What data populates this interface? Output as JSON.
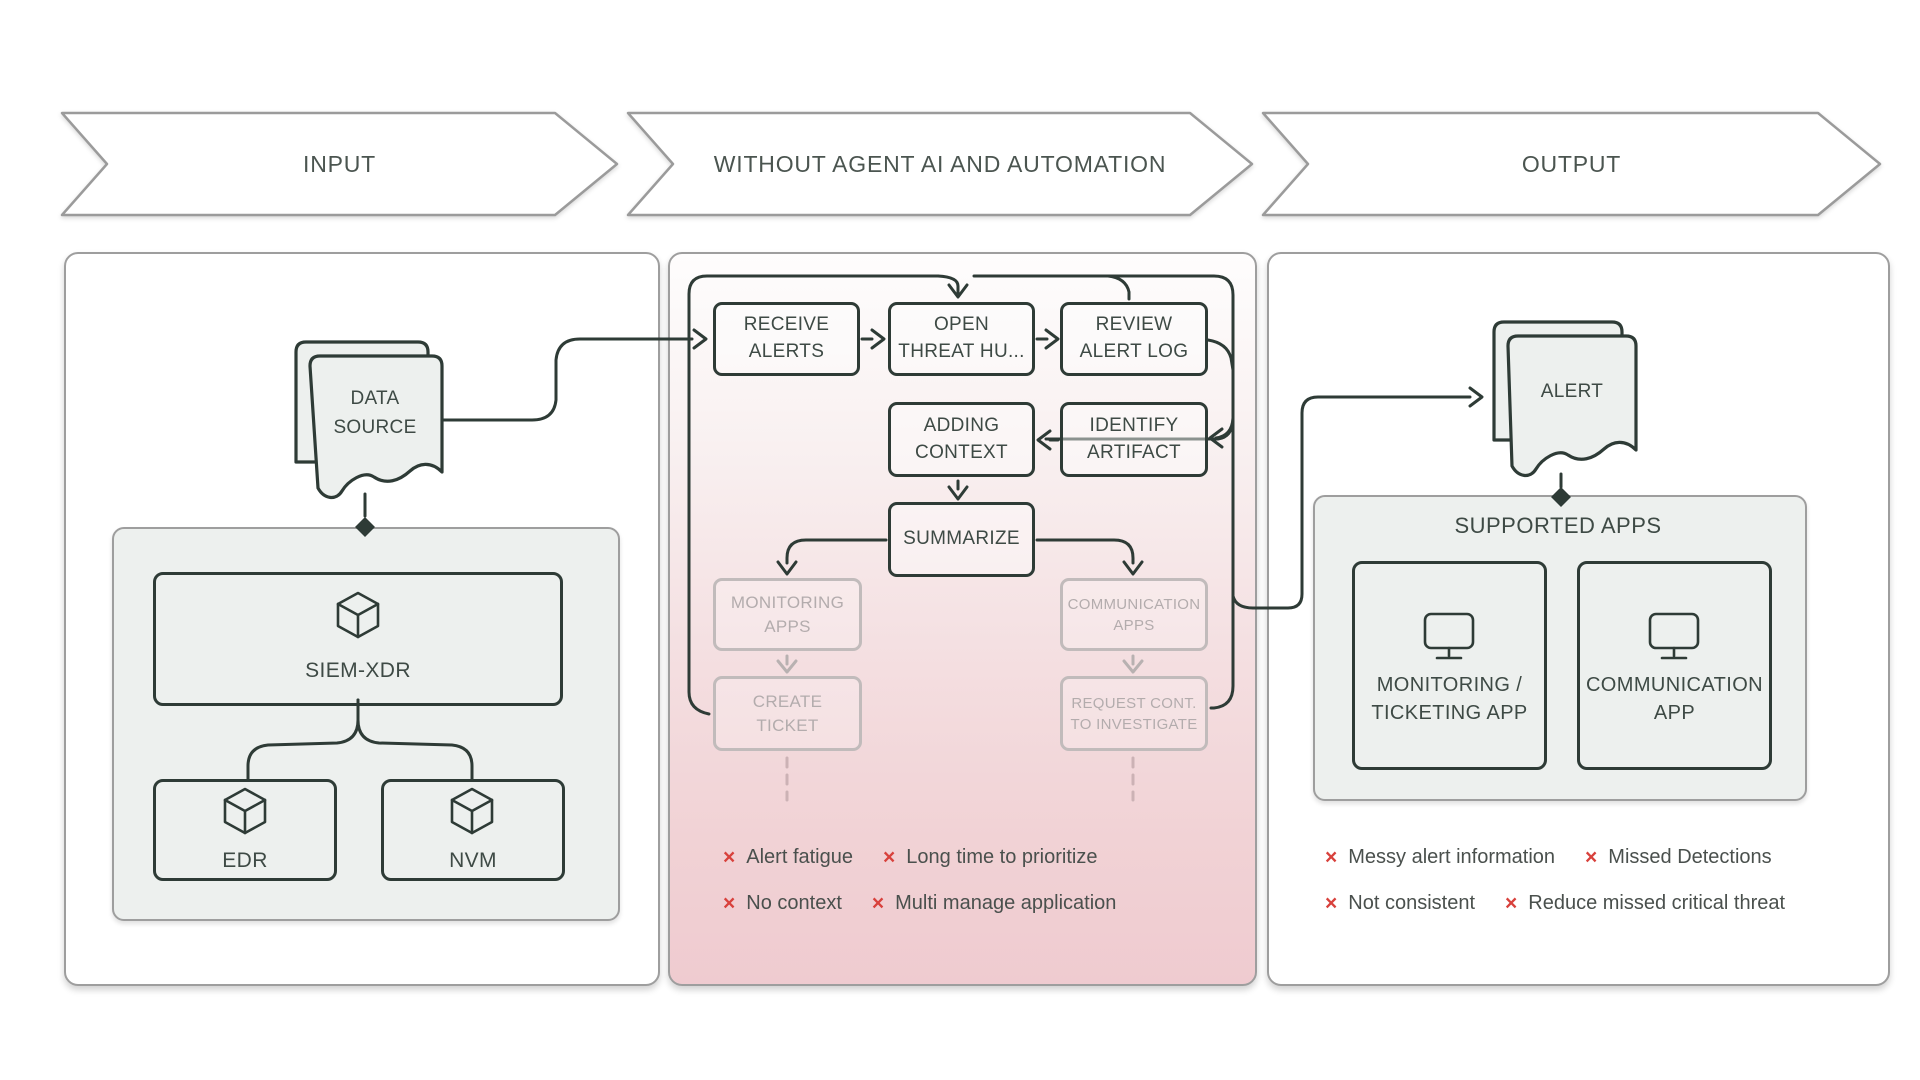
{
  "banners": {
    "input": "INPUT",
    "middle": "WITHOUT AGENT AI AND AUTOMATION",
    "output": "OUTPUT"
  },
  "input_panel": {
    "data_source_label": "DATA\nSOURCE",
    "siem_label": "SIEM-XDR",
    "edr_label": "EDR",
    "nvm_label": "NVM"
  },
  "middle_panel": {
    "nodes": {
      "receive_alerts": "RECEIVE\nALERTS",
      "open_threat_hunt": "OPEN\nTHREAT HU...",
      "review_alert_log": "REVIEW\nALERT LOG",
      "adding_context": "ADDING\nCONTEXT",
      "identify_artifact": "IDENTIFY\nARTIFACT",
      "summarize": "SUMMARIZE",
      "monitoring_apps": "MONITORING\nAPPS",
      "communication_apps": "COMMUNICATION\nAPPS",
      "create_ticket": "CREATE\nTICKET",
      "request_cont": "REQUEST CONT.\nTO INVESTIGATE"
    },
    "issues": [
      [
        "Alert fatigue",
        "Long time to prioritize"
      ],
      [
        "No context",
        "Multi manage application"
      ]
    ]
  },
  "output_panel": {
    "alert_label": "ALERT",
    "supported_apps_title": "SUPPORTED APPS",
    "monitoring_app_label": "MONITORING /\nTICKETING APP",
    "communication_app_label": "COMMUNICATION\nAPP",
    "issues": [
      [
        "Messy alert information",
        "Missed Detections"
      ],
      [
        "Not consistent",
        "Reduce missed critical threat"
      ]
    ]
  },
  "marks": {
    "x": "×"
  },
  "colors": {
    "dark_stroke": "#2e3b36",
    "panel_border": "#9e9e9e",
    "light_fill": "#edf0ee",
    "pink_bottom": "#efcbd0",
    "error_red": "#d8413c",
    "faded": "#b8b1b1"
  }
}
